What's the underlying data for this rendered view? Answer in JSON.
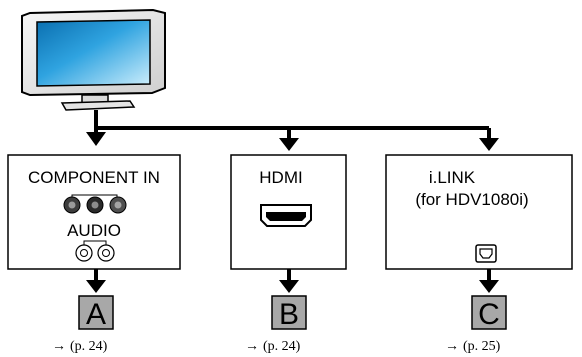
{
  "boxes": {
    "component": {
      "title": "COMPONENT IN",
      "subtitle": "AUDIO",
      "letter": "A",
      "ref": "(p. 24)"
    },
    "hdmi": {
      "title": "HDMI",
      "letter": "B",
      "ref": "(p. 24)"
    },
    "ilink": {
      "title": "i.LINK",
      "subtitle": "(for HDV1080i)",
      "letter": "C",
      "ref": "(p. 25)"
    }
  },
  "arrow_glyph": "→",
  "colors": {
    "line": "#000000",
    "tv_frame": "#ececec",
    "screen_top": "#0d7fc2",
    "screen_bottom": "#bfe6fb",
    "letter_box": "#a8a8a8",
    "jack_green": "#3d3d3d",
    "jack_blue": "#2a2a2a",
    "jack_red": "#505050"
  },
  "icons": [
    "tv-icon",
    "component-jacks-icon",
    "audio-jacks-icon",
    "hdmi-port-icon",
    "ilink-port-icon"
  ]
}
